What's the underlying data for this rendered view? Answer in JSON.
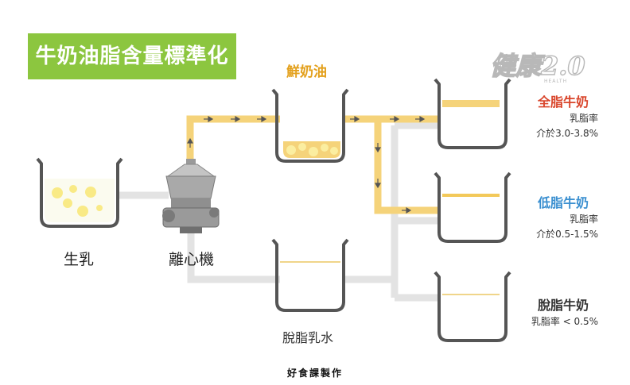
{
  "title": "牛奶油脂含量標準化",
  "logo": {
    "text": "健康2.0",
    "sub": "HEALTH"
  },
  "nodes": {
    "raw_milk": "生乳",
    "centrifuge": "離心機",
    "cream": "鮮奶油",
    "skim_water": "脫脂乳水"
  },
  "outputs": [
    {
      "name": "全脂牛奶",
      "line1": "乳脂率",
      "line2": "介於3.0-3.8%",
      "color": "#d9452b"
    },
    {
      "name": "低脂牛奶",
      "line1": "乳脂率",
      "line2": "介於0.5-1.5%",
      "color": "#3a8fd0"
    },
    {
      "name": "脫脂牛奶",
      "line1": "乳脂率 < 0.5%",
      "line2": "",
      "color": "#333333"
    }
  ],
  "credit": "好食課製作",
  "colors": {
    "title_bg": "#8cc63f",
    "cream_pipe": "#f5d37a",
    "skim_pipe": "#e3e3e3",
    "container": "#555555",
    "cream_fill": "#f9ea86"
  }
}
